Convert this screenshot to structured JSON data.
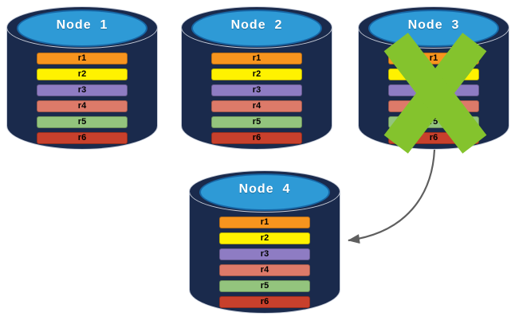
{
  "colors": {
    "cylinder_body": "#1a2a4c",
    "cylinder_top": "#2e9ad6",
    "x_mark": "#84c32d",
    "arrow": "#5f5f5f"
  },
  "nodes": [
    {
      "label": "Node  1",
      "failed": false,
      "records": [
        {
          "label": "r1",
          "color": "#f7941e"
        },
        {
          "label": "r2",
          "color": "#fff200"
        },
        {
          "label": "r3",
          "color": "#8e7cc3"
        },
        {
          "label": "r4",
          "color": "#dd7a69"
        },
        {
          "label": "r5",
          "color": "#93c47d"
        },
        {
          "label": "r6",
          "color": "#c8402c"
        }
      ]
    },
    {
      "label": "Node  2",
      "failed": false,
      "records": [
        {
          "label": "r1",
          "color": "#f7941e"
        },
        {
          "label": "r2",
          "color": "#fff200"
        },
        {
          "label": "r3",
          "color": "#8e7cc3"
        },
        {
          "label": "r4",
          "color": "#dd7a69"
        },
        {
          "label": "r5",
          "color": "#93c47d"
        },
        {
          "label": "r6",
          "color": "#c8402c"
        }
      ]
    },
    {
      "label": "Node  3",
      "failed": true,
      "records": [
        {
          "label": "r1",
          "color": "#f7941e"
        },
        {
          "label": "r2",
          "color": "#fff200"
        },
        {
          "label": "r3",
          "color": "#8e7cc3"
        },
        {
          "label": "r4",
          "color": "#dd7a69"
        },
        {
          "label": "r5",
          "color": "#93c47d"
        },
        {
          "label": "r6",
          "color": "#c8402c"
        }
      ]
    },
    {
      "label": "Node  4",
      "failed": false,
      "records": [
        {
          "label": "r1",
          "color": "#f7941e"
        },
        {
          "label": "r2",
          "color": "#fff200"
        },
        {
          "label": "r3",
          "color": "#8e7cc3"
        },
        {
          "label": "r4",
          "color": "#dd7a69"
        },
        {
          "label": "r5",
          "color": "#93c47d"
        },
        {
          "label": "r6",
          "color": "#c8402c"
        }
      ]
    }
  ],
  "arrow": {
    "from": "Node 3",
    "to": "Node 4"
  }
}
